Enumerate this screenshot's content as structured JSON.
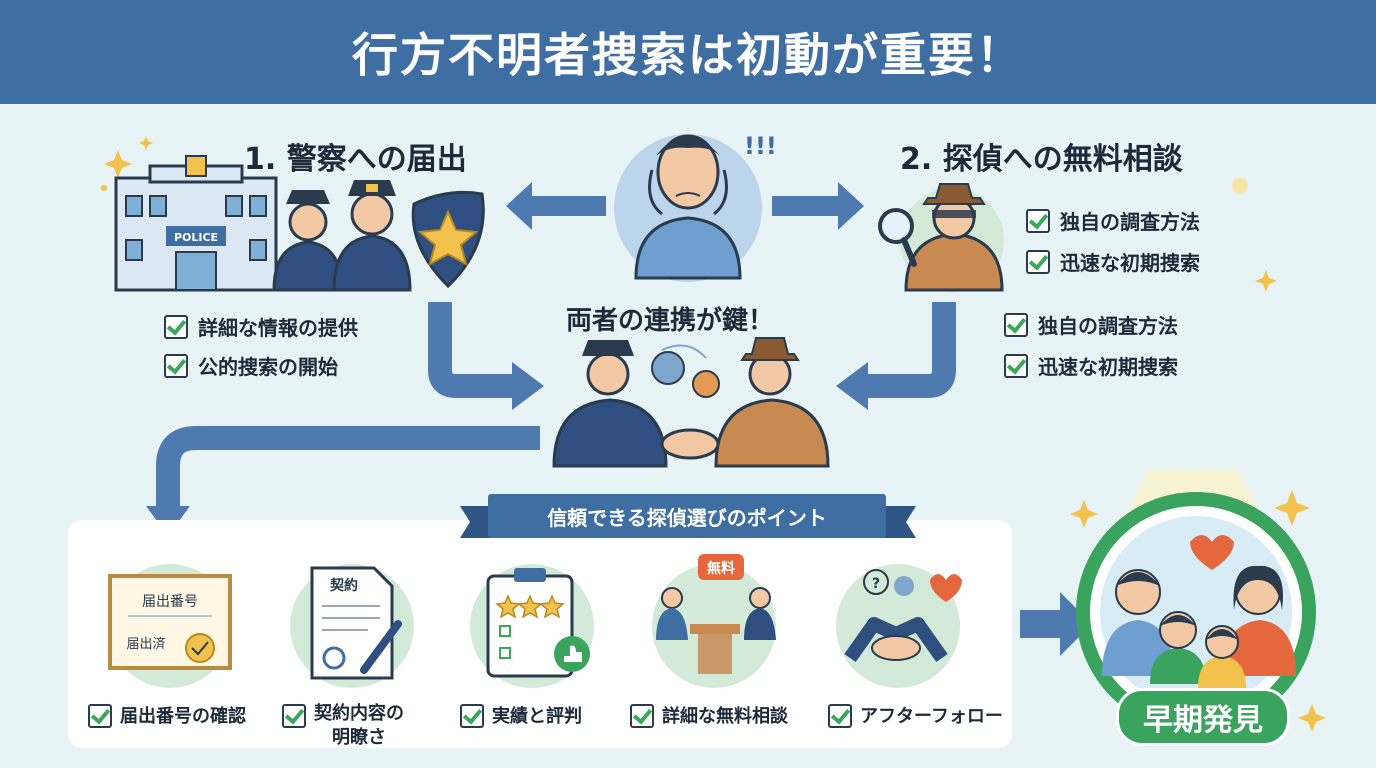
{
  "title": "行方不明者捜索は初動が重要！",
  "left": {
    "heading": "1. 警察への届出",
    "building_sign": "POLICE",
    "checks": [
      "詳細な情報の提供",
      "公的捜索の開始"
    ]
  },
  "right": {
    "heading": "2. 探偵への無料相談",
    "checks_top": [
      "独自の調査方法",
      "迅速な初期捜索"
    ],
    "checks_bottom": [
      "独自の調査方法",
      "迅速な初期捜索"
    ]
  },
  "center": {
    "worry_mark": "!!!",
    "cooperation": "両者の連携が鍵！"
  },
  "points": {
    "ribbon": "信頼できる探偵選びのポイント",
    "items": [
      {
        "label": "届出番号の確認",
        "icon": "certificate-icon",
        "doc_line1": "届出番号",
        "doc_line2": "届出済"
      },
      {
        "label": "契約内容の",
        "label2": "明瞭さ",
        "icon": "contract-icon",
        "doc_title": "契約"
      },
      {
        "label": "実績と評判",
        "icon": "rating-clipboard-icon"
      },
      {
        "label": "詳細な無料相談",
        "icon": "consultation-icon",
        "bubble": "無料"
      },
      {
        "label": "アフターフォロー",
        "icon": "aftercare-handshake-icon",
        "bubble": "?"
      }
    ]
  },
  "result": {
    "badge": "早期発見"
  },
  "colors": {
    "header": "#3f6ea3",
    "arrow": "#4f7ab0",
    "check": "#3aa85a",
    "badge": "#3aa35d",
    "background": "#e8f3f5"
  }
}
